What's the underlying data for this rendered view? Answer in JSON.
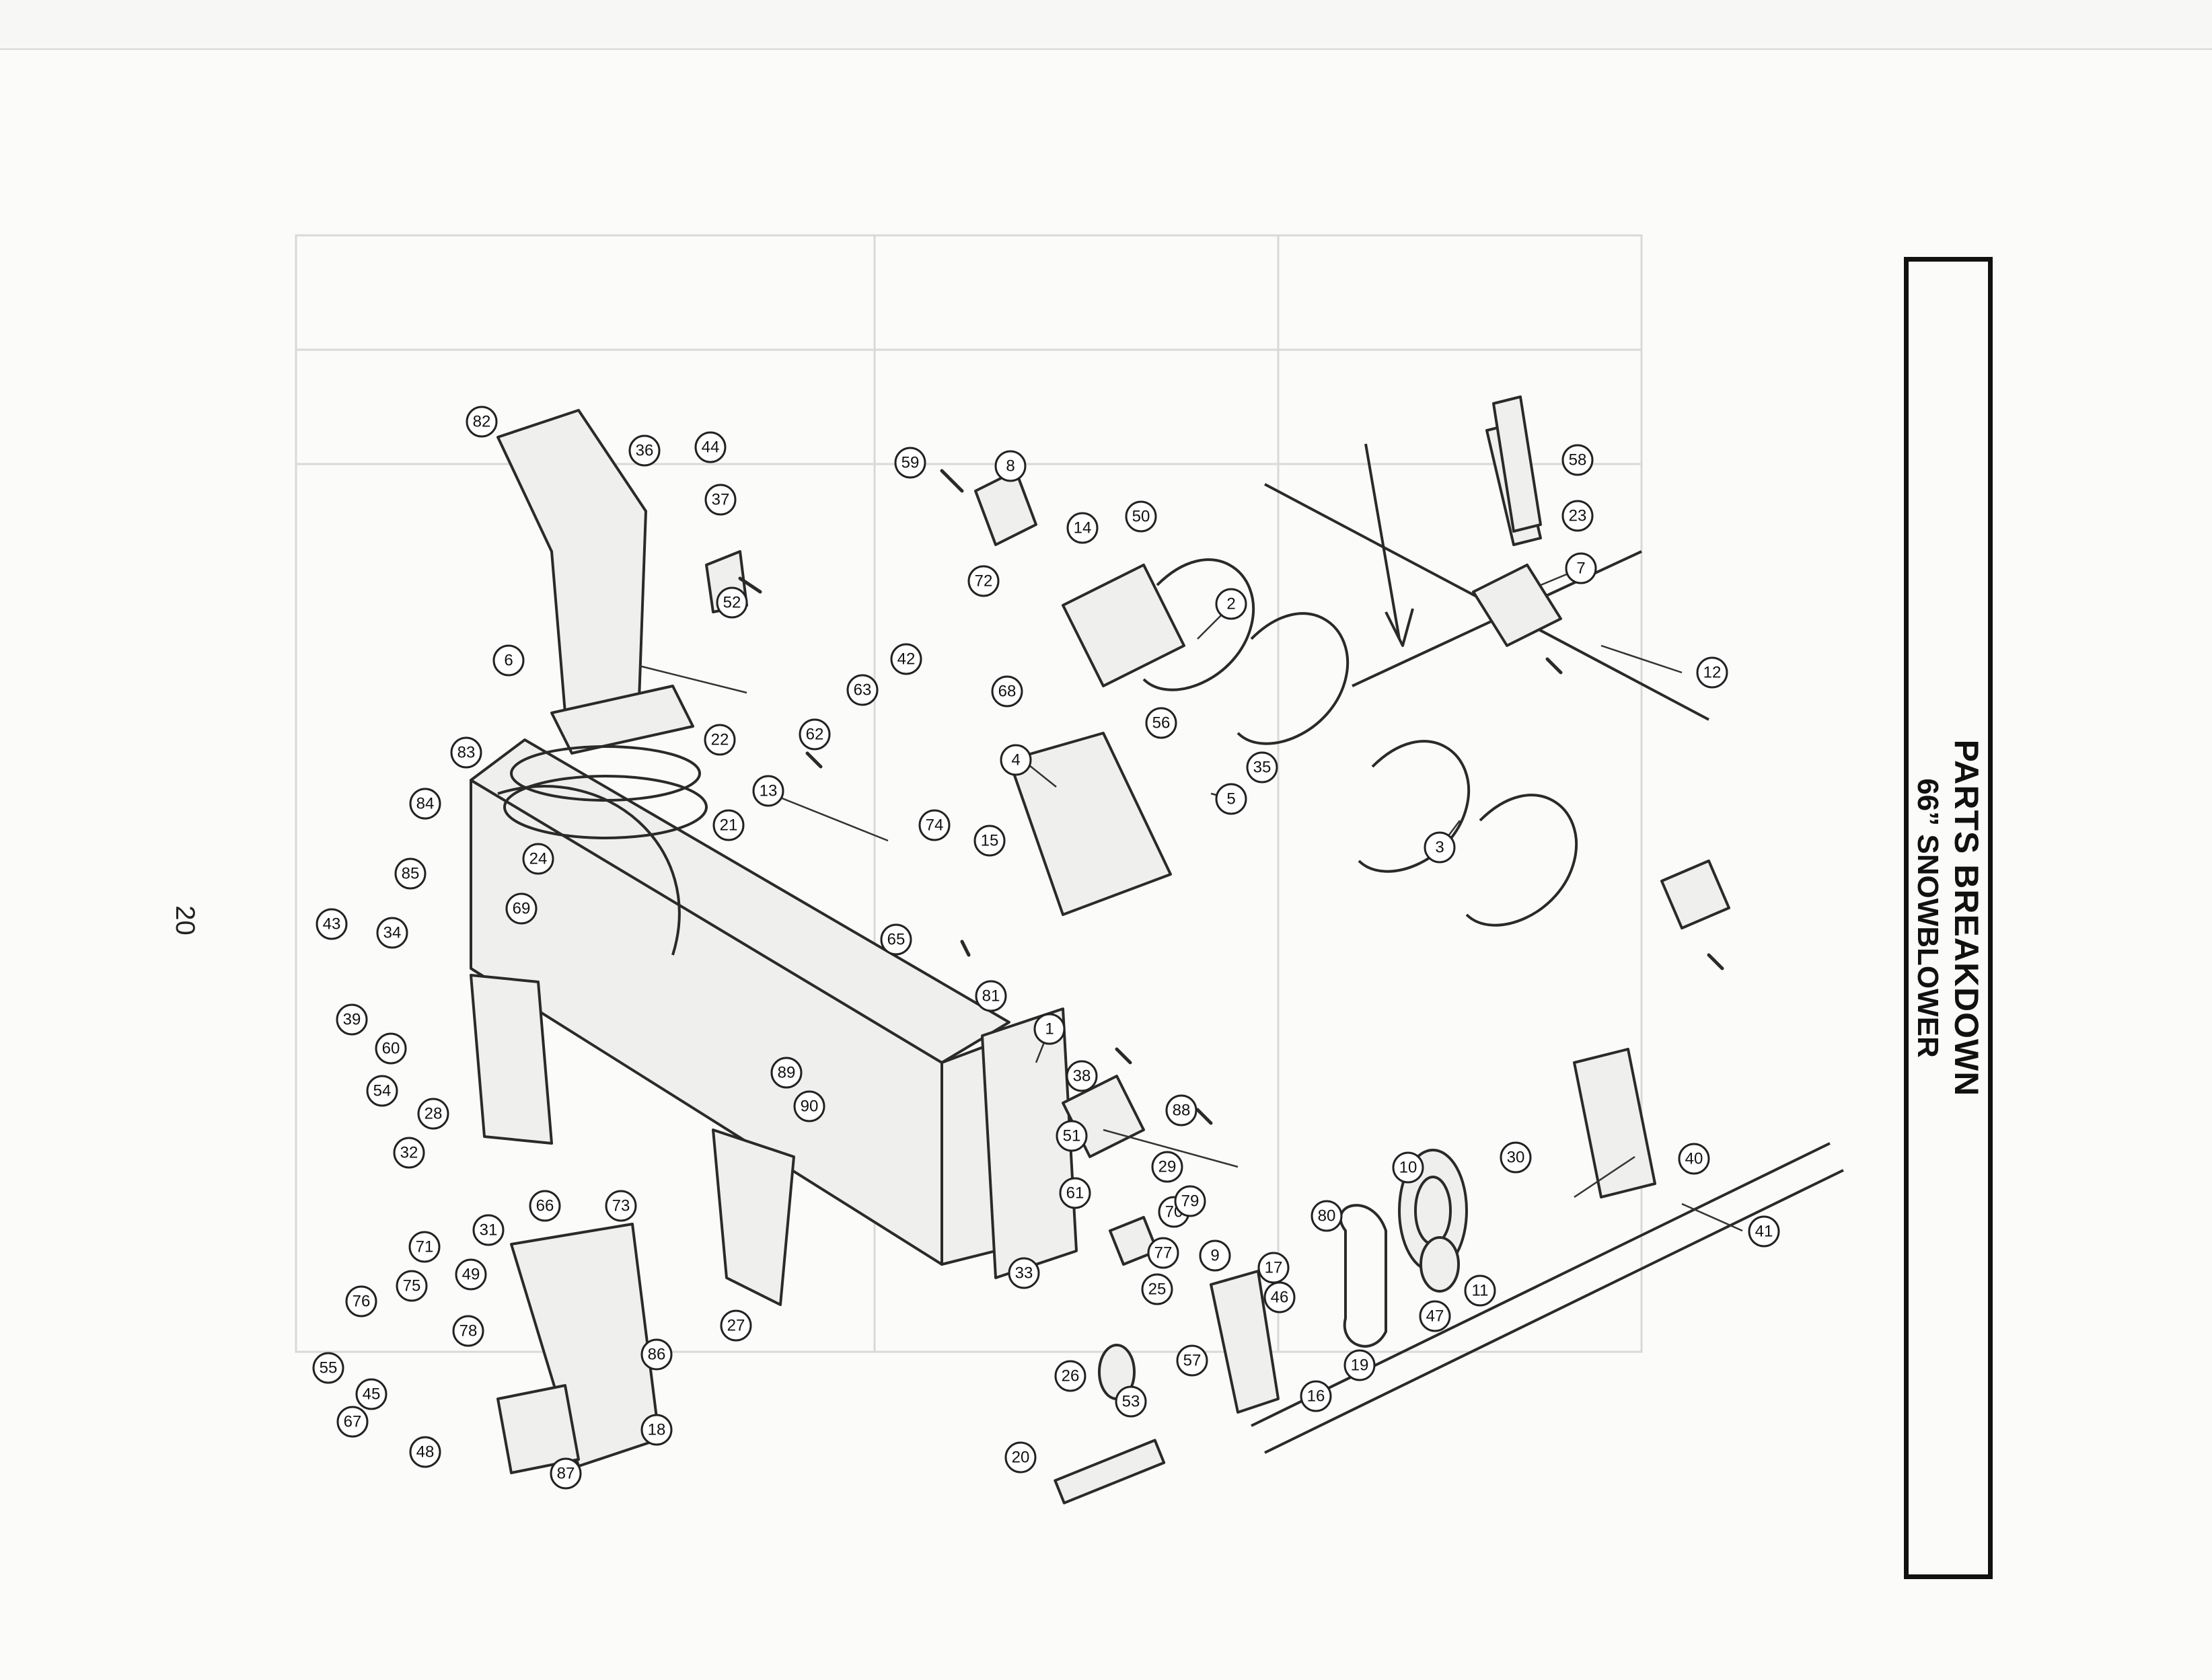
{
  "title": {
    "line1": "PARTS BREAKDOWN",
    "line2": "66” SNOWBLOWER"
  },
  "page_number": "20",
  "callouts": [
    "1",
    "2",
    "3",
    "4",
    "5",
    "6",
    "7",
    "8",
    "9",
    "10",
    "11",
    "12",
    "13",
    "14",
    "15",
    "16",
    "17",
    "18",
    "19",
    "20",
    "21",
    "22",
    "23",
    "24",
    "25",
    "26",
    "27",
    "28",
    "29",
    "30",
    "31",
    "32",
    "33",
    "34",
    "35",
    "36",
    "37",
    "38",
    "39",
    "40",
    "41",
    "42",
    "43",
    "44",
    "45",
    "46",
    "47",
    "48",
    "49",
    "50",
    "51",
    "52",
    "53",
    "54",
    "55",
    "56",
    "57",
    "58",
    "59",
    "60",
    "61",
    "62",
    "63",
    "65",
    "66",
    "67",
    "68",
    "69",
    "70",
    "71",
    "72",
    "73",
    "74",
    "75",
    "76",
    "77",
    "78",
    "79",
    "80",
    "81",
    "82",
    "83",
    "84",
    "85",
    "86",
    "87",
    "88",
    "89",
    "90"
  ]
}
